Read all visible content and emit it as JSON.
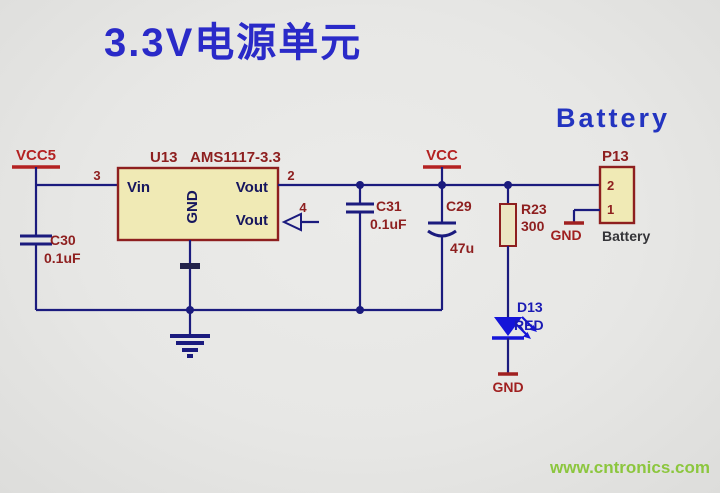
{
  "title": "3.3V电源单元",
  "heading_battery": "Battery",
  "watermark": "www.cntronics.com",
  "nets": {
    "vcc5": "VCC5",
    "vcc": "VCC",
    "gnd_led": "GND",
    "gnd_battery": "GND"
  },
  "u13": {
    "ref": "U13",
    "part": "AMS1117-3.3",
    "pin_vin": "Vin",
    "pin_vout_top": "Vout",
    "pin_vout_bottom": "Vout",
    "pin_gnd": "GND",
    "num_vin": "3",
    "num_vout_top": "2",
    "num_vout_bottom": "4"
  },
  "c30": {
    "ref": "C30",
    "value": "0.1uF"
  },
  "c31": {
    "ref": "C31",
    "value": "0.1uF"
  },
  "c29": {
    "ref": "C29",
    "value": "47u"
  },
  "r23": {
    "ref": "R23",
    "value": "300"
  },
  "d13": {
    "ref": "D13",
    "value": "RED"
  },
  "p13": {
    "ref": "P13",
    "pin2": "2",
    "pin1": "1",
    "label": "Battery"
  },
  "colors": {
    "wire_navy": "#1b1b7e",
    "label_maroon": "#8e1f1f",
    "net_red": "#b42222",
    "chip_fill": "#f0eab5",
    "title_blue": "#2a2ac8",
    "battery_blue": "#2334c0",
    "led_blue": "#1515d8",
    "watermark_green": "#8cc63e",
    "background": "#e7e7e5"
  }
}
